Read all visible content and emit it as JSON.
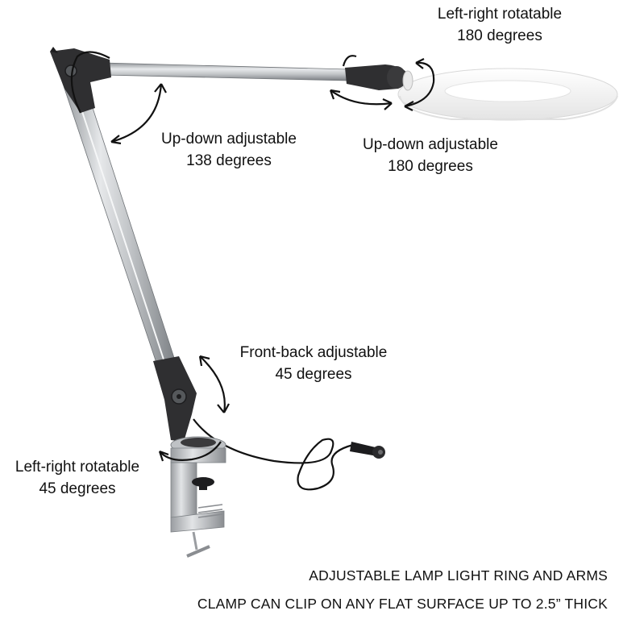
{
  "annotations": {
    "head_rotation": {
      "line1": "Left-right rotatable",
      "line2": "180 degrees"
    },
    "upper_joint": {
      "line1": "Up-down adjustable",
      "line2": "138 degrees"
    },
    "head_tilt": {
      "line1": "Up-down adjustable",
      "line2": "180 degrees"
    },
    "lower_joint": {
      "line1": "Front-back adjustable",
      "line2": "45 degrees"
    },
    "base_rotation": {
      "line1": "Left-right rotatable",
      "line2": "45 degrees"
    }
  },
  "captions": {
    "line1": "ADJUSTABLE LAMP LIGHT RING AND ARMS",
    "line2": "CLAMP CAN CLIP ON ANY FLAT SURFACE UP TO 2.5” THICK"
  },
  "colors": {
    "background": "#ffffff",
    "arm_silver": "#c4c7ca",
    "joint_dark": "#2f2f31",
    "ring_white": "#f4f4f4",
    "text": "#111111"
  }
}
